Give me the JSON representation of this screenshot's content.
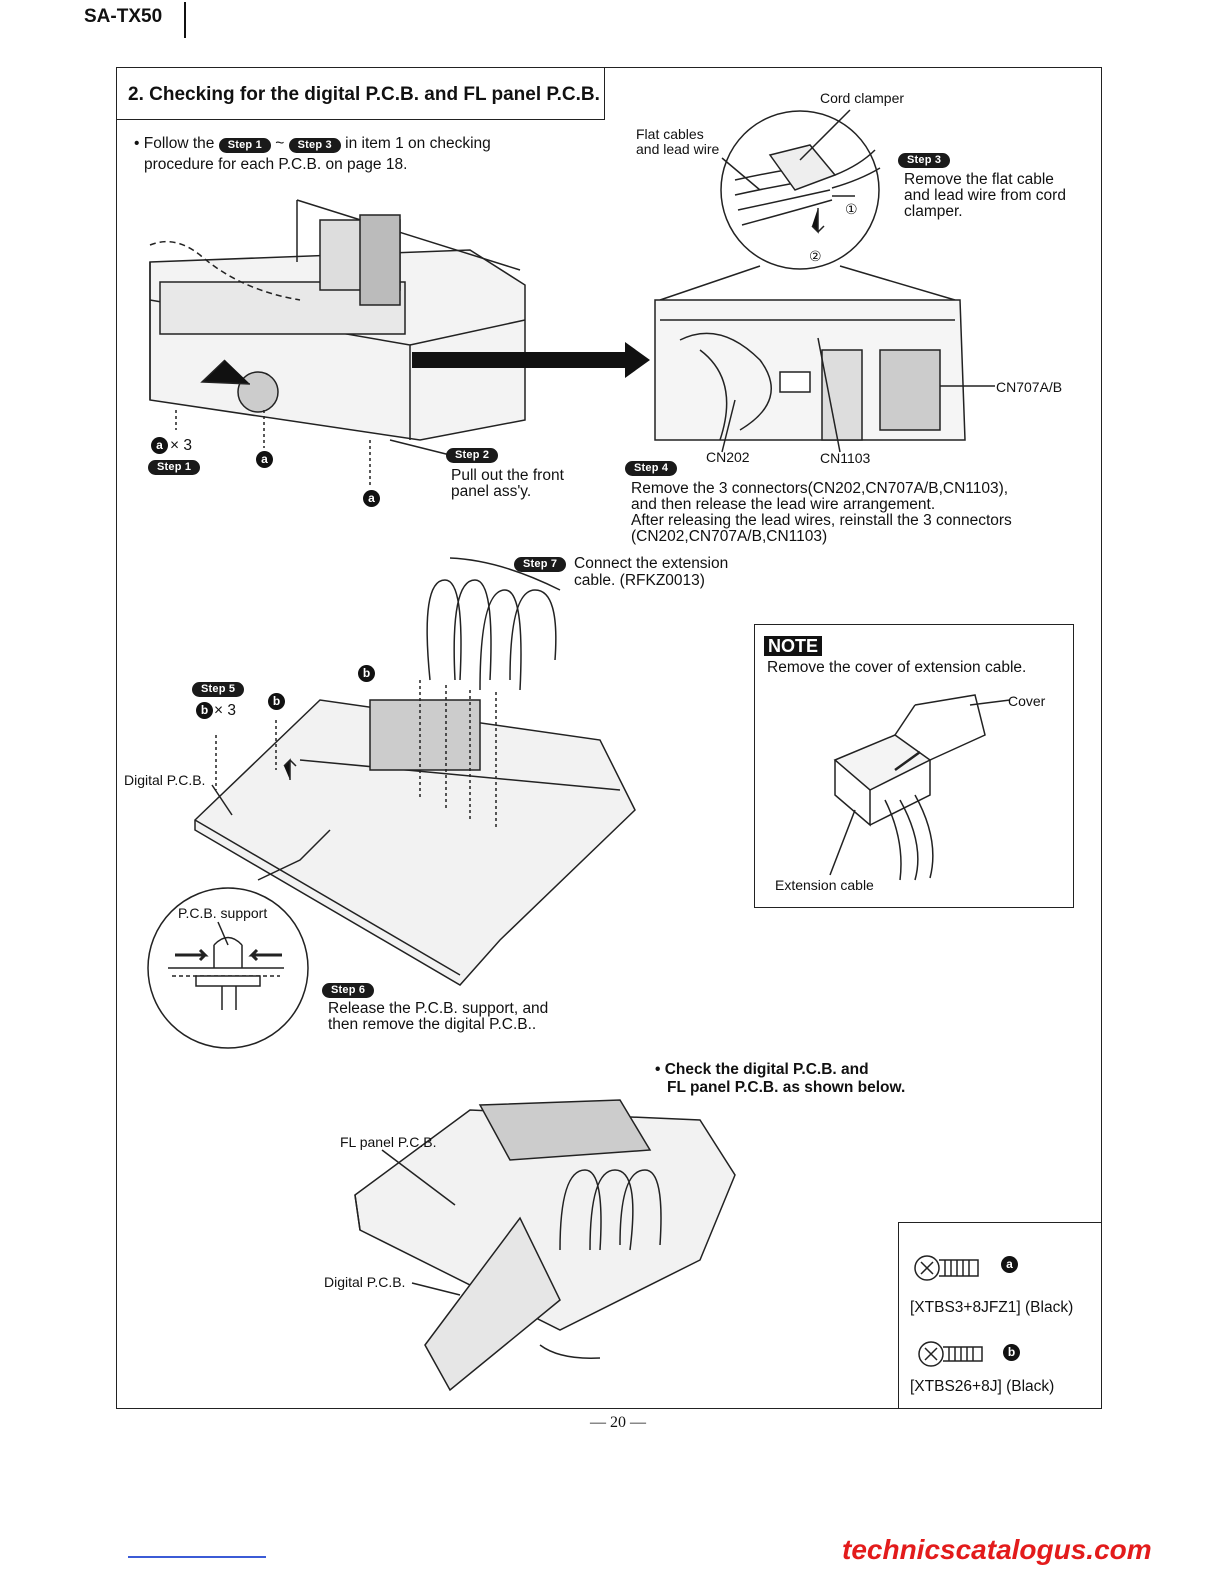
{
  "header": {
    "model": "SA-TX50"
  },
  "section": {
    "title": "2. Checking for the digital P.C.B. and FL panel P.C.B.",
    "intro_prefix": "• Follow the",
    "intro_tilde": "~",
    "intro_suffix": "in item 1 on checking",
    "intro_line2": "procedure for each P.C.B. on page 18."
  },
  "steps": {
    "s1": "Step 1",
    "s2": "Step 2",
    "s3": "Step 3",
    "s4": "Step 4",
    "s5": "Step 5",
    "s6": "Step 6",
    "s7": "Step 7"
  },
  "labels": {
    "cord_clamper": "Cord clamper",
    "flat_cables_1": "Flat cables",
    "flat_cables_2": "and lead wire",
    "marker_1": "①",
    "marker_2": "②",
    "step3_text_1": "Remove the flat cable",
    "step3_text_2": "and lead wire from cord",
    "step3_text_3": "clamper.",
    "cn707": "CN707A/B",
    "cn202": "CN202",
    "cn1103": "CN1103",
    "a_x3": "× 3",
    "b_x3": "× 3",
    "letter_a": "a",
    "letter_b": "b",
    "step2_text_1": "Pull out the front",
    "step2_text_2": "panel ass'y.",
    "step4_text_1": "Remove the 3 connectors(CN202,CN707A/B,CN1103),",
    "step4_text_2": "and then release the lead wire arrangement.",
    "step4_text_3": "After releasing the lead wires, reinstall the 3 connectors",
    "step4_text_4": "(CN202,CN707A/B,CN1103)",
    "step7_text_1": "Connect the extension",
    "step7_text_2": "cable. (RFKZ0013)",
    "digital_pcb": "Digital P.C.B.",
    "pcb_support": "P.C.B. support",
    "step6_text_1": "Release the P.C.B. support, and",
    "step6_text_2": "then remove the digital P.C.B..",
    "check_1": "• Check the digital P.C.B. and",
    "check_2": "FL panel P.C.B. as shown below.",
    "fl_panel_pcb": "FL panel P.C.B.",
    "digital_pcb_2": "Digital P.C.B."
  },
  "note": {
    "tag": "NOTE",
    "text": "Remove the cover of extension cable.",
    "cover": "Cover",
    "extension_cable": "Extension cable"
  },
  "screws": {
    "a_part": "[XTBS3+8JFZ1] (Black)",
    "b_part": "[XTBS26+8J] (Black)"
  },
  "footer": {
    "page": "— 20 —",
    "brand": "technicscatalogus.com"
  }
}
